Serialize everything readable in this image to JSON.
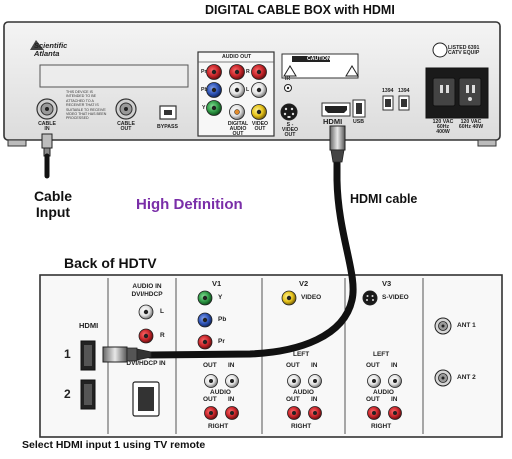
{
  "title": "DIGITAL CABLE BOX with HDMI",
  "annotations": {
    "cable_input": "Cable Input",
    "high_definition": "High Definition",
    "hdmi_cable": "HDMI cable",
    "hdtv_back": "Back of HDTV",
    "footer_note": "Select HDMI input 1 using TV remote"
  },
  "cable_box": {
    "brand_line1": "Scientific",
    "brand_line2": "Atlanta",
    "cable_in": "CABLE IN",
    "cable_out": "CABLE OUT",
    "bypass": "BYPASS",
    "audio_out": "AUDIO OUT",
    "pr": "Pr",
    "pb": "Pb",
    "y": "Y",
    "l": "L",
    "r": "R",
    "video_out": "VIDEO OUT",
    "digital_audio_out": "DIGITAL AUDIO OUT",
    "s_video_out": "S - VIDEO OUT",
    "ir": "IR",
    "hdmi": "HDMI",
    "usb": "USB",
    "port_1394_a": "1394",
    "port_1394_b": "1394",
    "caution": "CAUTION",
    "power_in": "120 VAC 60Hz 400W",
    "power_out": "120 VAC 60Hz 40W",
    "listed": "LISTED 6391 CATV EQUIP",
    "warning_text": "THIS DEVICE IS INTENDED TO BE ATTACHED TO A RECEIVER THAT IS SUITABLE TO RECEIVE VIDEO THAT HAS BEEN PROCESSED"
  },
  "hdtv": {
    "hdmi": "HDMI",
    "input_1": "1",
    "input_2": "2",
    "audio_in_dvi": "AUDIO IN DVI/HDCP",
    "l": "L",
    "r": "R",
    "dvi_hdcp_in": "DVI/HDCP IN",
    "v1": "V1",
    "v2": "V2",
    "v3": "V3",
    "y": "Y",
    "pb": "Pb",
    "pr": "Pr",
    "video": "VIDEO",
    "s_video": "S-VIDEO",
    "left": "LEFT",
    "out": "OUT",
    "in": "IN",
    "audio": "AUDIO",
    "right": "RIGHT",
    "ant1": "ANT 1",
    "ant2": "ANT 2"
  },
  "colors": {
    "green": "#2f9a46",
    "blue": "#2f55b8",
    "red": "#c8262b",
    "yellow": "#e6c21a",
    "white": "#f2f2f2",
    "purple": "#7a2ea8"
  }
}
